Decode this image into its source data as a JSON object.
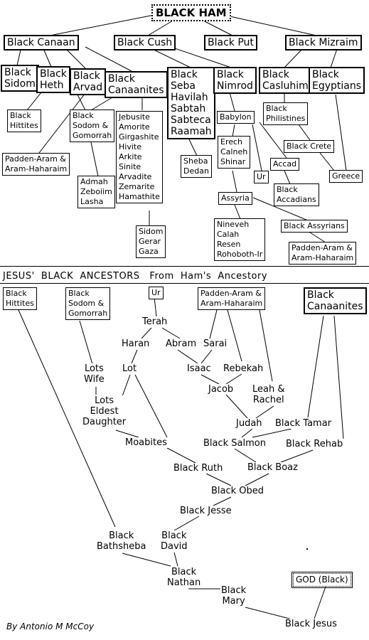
{
  "nodes": {
    "ham": "BLACK HAM",
    "canaan": "Black Canaan",
    "cush": "Black Cush",
    "put": "Black Put",
    "mizraim": "Black Mizraim",
    "sidom": "Black\nSidom",
    "heth": "Black\nHeth",
    "arvad": "Black\nArvad",
    "canaanites_top": "Black\nCanaanites",
    "cush_sons": "Black\nSeba\nHavilah\nSabtah\nSabteca\nRaamah",
    "nimrod": "Black\nNimrod",
    "casluhim": "Black\nCasluhim",
    "egyptians": "Black\nEgyptians",
    "hittites_top": "Black\nHittites",
    "sodom_top": "Black\nSodom &\nGomorrah",
    "tribes": "Jebusite\nAmorite\nGirgashite\nHivite\nArkite\nSinite\nArvadite\nZemarite\nHamathite",
    "sheba": "Sheba\nDedan",
    "babylon": "Babylon",
    "philistines": "Black\nPhilistines",
    "crete": "Black Crete",
    "padden_left": "Padden-Aram &\nAram-Haharaim",
    "admah": "Admah\nZeboiim\nLasha",
    "erech": "Erech\nCalneh\nShinar",
    "ur_top": "Ur",
    "accad": "Accad",
    "greece": "Greece",
    "accadians": "Black\nAccadians",
    "assyria": "Assyria",
    "assyrians": "Black Assyrians",
    "nineveh": "Nineveh\nCalah\nResen\nRohoboth-Ir",
    "padden_right": "Padden-Aram &\nAram-Haharaim",
    "sidom_gerar": "Sidom\nGerar\nGaza"
  },
  "section_title": "JESUS'  BLACK  ANCESTORS   From  Ham's  Ancestory",
  "lower": {
    "hittites": "Black\nHittites",
    "sodom": "Black\nSodom &\nGomorrah",
    "ur": "Ur",
    "padden": "Padden-Aram &\nAram-Haharaim",
    "canaanites": "Black\nCanaanites",
    "terah": "Terah",
    "haran": "Haran",
    "abram": "Abram",
    "sarai": "Sarai",
    "lots_wife": "Lots\nWife",
    "lot": "Lot",
    "isaac": "Isaac",
    "rebekah": "Rebekah",
    "jacob": "Jacob",
    "leah": "Leah &\nRachel",
    "lots_daughter": "Lots\nEldest\nDaughter",
    "judah": "Judah",
    "tamar": "Black Tamar",
    "moabites": "Moabites",
    "salmon": "Black Salmon",
    "rehab": "Black Rehab",
    "ruth": "Black Ruth",
    "boaz": "Black Boaz",
    "obed": "Black Obed",
    "jesse": "Black Jesse",
    "bathsheba": "Black\nBathsheba",
    "david": "Black\nDavid",
    "nathan": "Black\nNathan",
    "mary": "Black\nMary",
    "god": "GOD (Black)",
    "jesus": "Black Jesus"
  },
  "author": "By Antonio M McCoy"
}
